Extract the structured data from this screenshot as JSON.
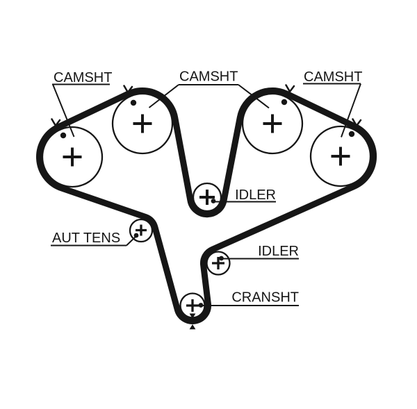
{
  "diagram": {
    "type": "timing-belt-routing-diagram",
    "colors": {
      "background": "#ffffff",
      "line": "#161616"
    },
    "labels": {
      "camshaft_left": "CAMSHT",
      "camshaft_center": "CAMSHT",
      "camshaft_right": "CAMSHT",
      "idler_center": "IDLER",
      "idler_lower_right": "IDLER",
      "auto_tensioner": "AUT TENS",
      "crankshaft": "CRANSHT"
    },
    "pulleys": [
      {
        "id": "camshaft-outer-left",
        "label": "CAMSHT"
      },
      {
        "id": "camshaft-inner-left",
        "label": "CAMSHT"
      },
      {
        "id": "camshaft-inner-right",
        "label": "CAMSHT"
      },
      {
        "id": "camshaft-outer-right",
        "label": "CAMSHT"
      },
      {
        "id": "idler-center",
        "label": "IDLER"
      },
      {
        "id": "auto-tensioner",
        "label": "AUT TENS"
      },
      {
        "id": "idler-lower-right",
        "label": "IDLER"
      },
      {
        "id": "crankshaft",
        "label": "CRANSHT"
      }
    ],
    "marks": {
      "direction_arrow": "v-arrowhead",
      "timing_dot": "filled-dot",
      "crank_pointer_down": "filled-triangle-down",
      "crank_pointer_up": "filled-triangle-up"
    }
  }
}
